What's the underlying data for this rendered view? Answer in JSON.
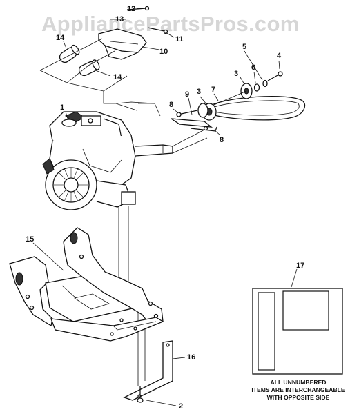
{
  "watermark": "AppliancePartsPros.com",
  "callouts": {
    "c1": "1",
    "c2": "2",
    "c3a": "3",
    "c3b": "3",
    "c4": "4",
    "c5": "5",
    "c6": "6",
    "c7": "7",
    "c8a": "8",
    "c8b": "8",
    "c9": "9",
    "c10": "10",
    "c11": "11",
    "c12": "12",
    "c13": "13",
    "c14a": "14",
    "c14b": "14",
    "c15": "15",
    "c16": "16",
    "c17": "17"
  },
  "note": {
    "line1": "ALL UNNUMBERED",
    "line2": "ITEMS ARE INTERCHANGEABLE",
    "line3": "WITH OPPOSITE SIDE"
  }
}
